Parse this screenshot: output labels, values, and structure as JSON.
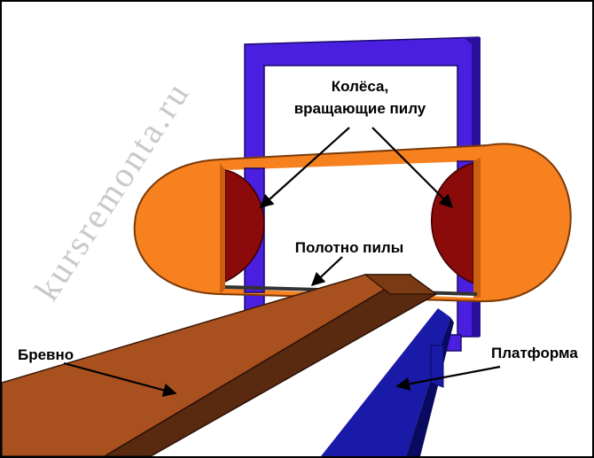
{
  "labels": {
    "wheels_line1": "Колёса,",
    "wheels_line2": "вращающие пилу",
    "blade": "Полотно пилы",
    "log": "Бревно",
    "platform": "Платформа"
  },
  "watermark": "kursremonta.ru",
  "colors": {
    "frame": "#4b1fe0",
    "frame_dark": "#2a0f9a",
    "wheel_housing": "#f7801f",
    "wheel": "#8b0a0a",
    "log_top": "#a8501e",
    "log_side": "#5a2a10",
    "platform": "#1a1aa8",
    "platform_dark": "#0a0a60",
    "blade": "#333333",
    "text": "#000000",
    "watermark": "#c9c9c9"
  }
}
